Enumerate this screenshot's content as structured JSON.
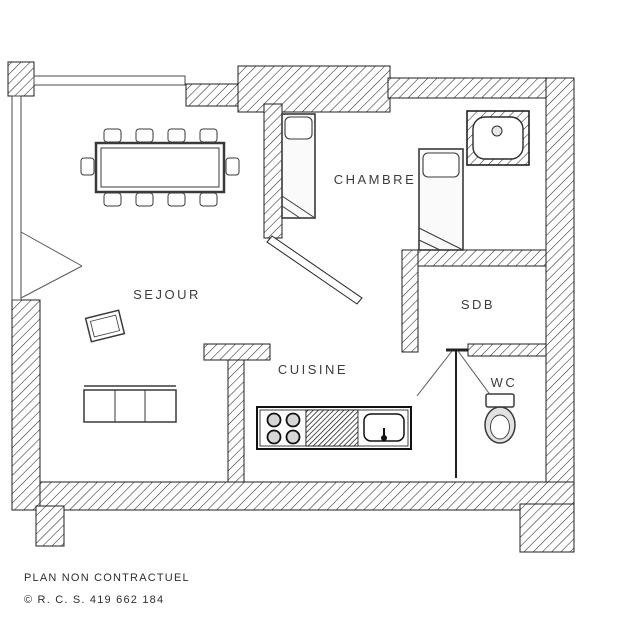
{
  "plan": {
    "rooms": {
      "chambre": "CHAMBRE",
      "sejour": "SEJOUR",
      "sdb": "SDB",
      "cuisine": "CUISINE",
      "wc": "WC"
    },
    "footer": {
      "disclaimer": "PLAN NON CONTRACTUEL",
      "registration": "© R. C. S. 419 662 184"
    },
    "colors": {
      "wall_line": "#1f1f1f",
      "furniture_line": "#3a3a3a",
      "label_text": "#3d3d3d",
      "background": "#ffffff"
    }
  }
}
